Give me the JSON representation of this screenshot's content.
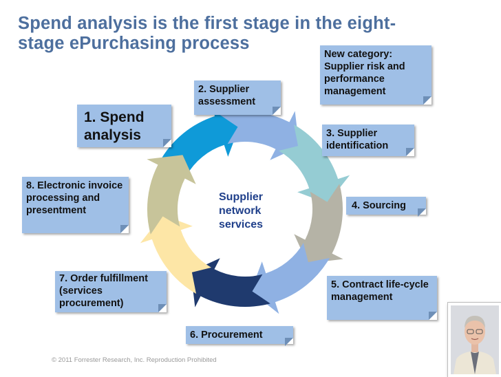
{
  "title": "Spend analysis is the first stage in the eight-stage ePurchasing process",
  "center_label": "Supplier network services",
  "stages": [
    {
      "label": "1. Spend analysis",
      "color": "#0f9ad8"
    },
    {
      "label": "2. Supplier assessment",
      "color": "#8fb1e3"
    },
    {
      "label": "3. Supplier identification",
      "color": "#95ccd3"
    },
    {
      "label": "4. Sourcing",
      "color": "#b5b3a6"
    },
    {
      "label": "5. Contract life-cycle management",
      "color": "#8fb1e3"
    },
    {
      "label": "6. Procurement",
      "color": "#1f3a6e"
    },
    {
      "label": "7. Order fulfillment (services procurement)",
      "color": "#fde6a6"
    },
    {
      "label": "8. Electronic invoice processing and presentment",
      "color": "#c7c49a"
    }
  ],
  "callout_new_category": "New category: Supplier risk and performance management",
  "footer": "© 2011 Forrester Research, Inc. Reproduction Prohibited",
  "photo_icon": "presenter-photo"
}
